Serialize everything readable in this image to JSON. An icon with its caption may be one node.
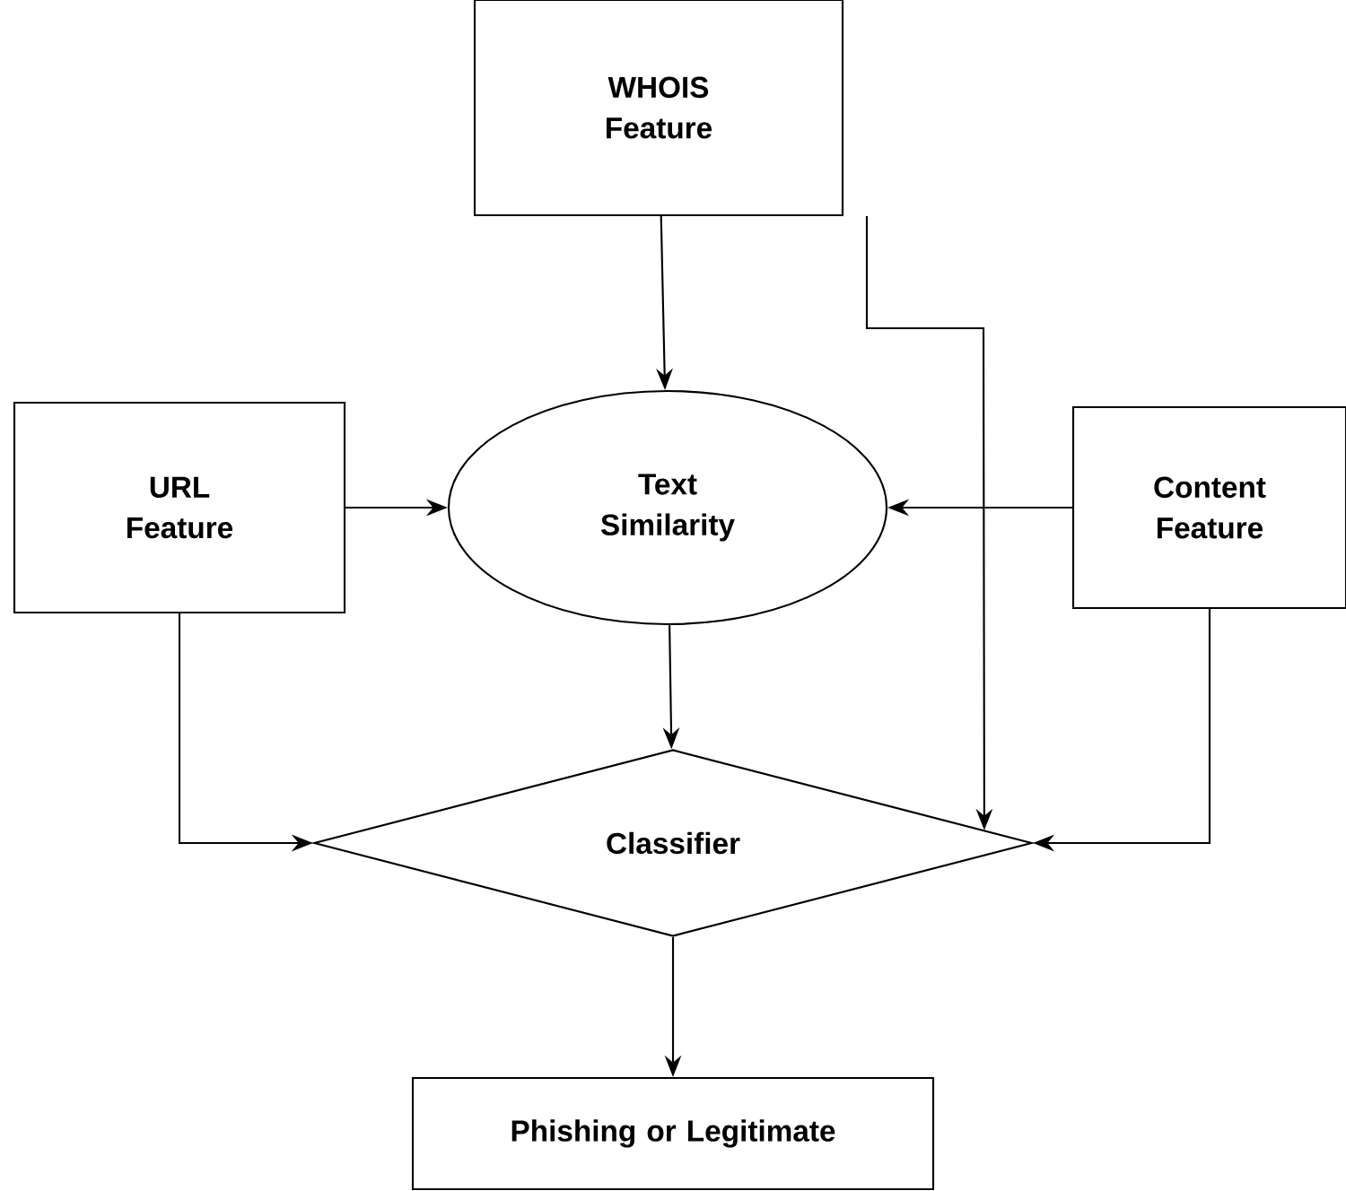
{
  "diagram": {
    "nodes": [
      {
        "text": [
          "WHOIS Feature"
        ]
      },
      {
        "text": [
          "URL Feature"
        ]
      },
      {
        "text": [
          "Text Similarity"
        ]
      },
      {
        "text": [
          "Content Feature"
        ]
      },
      {
        "text": [
          "Classifier"
        ]
      },
      {
        "text": [
          "Phishing or Legitimate"
        ]
      }
    ],
    "edges": [
      {
        "from": 0,
        "to": 2,
        "arrow": "to"
      },
      {
        "from": 0,
        "to": 4,
        "arrow": "to"
      },
      {
        "from": 1,
        "to": 2,
        "arrow": "to"
      },
      {
        "from": 3,
        "to": 2,
        "arrow": "to"
      },
      {
        "from": 2,
        "to": 4,
        "arrow": "to"
      },
      {
        "from": 1,
        "to": 4,
        "arrow": "to"
      },
      {
        "from": 3,
        "to": 4,
        "arrow": "to"
      },
      {
        "from": 4,
        "to": 5,
        "arrow": "to"
      }
    ]
  }
}
